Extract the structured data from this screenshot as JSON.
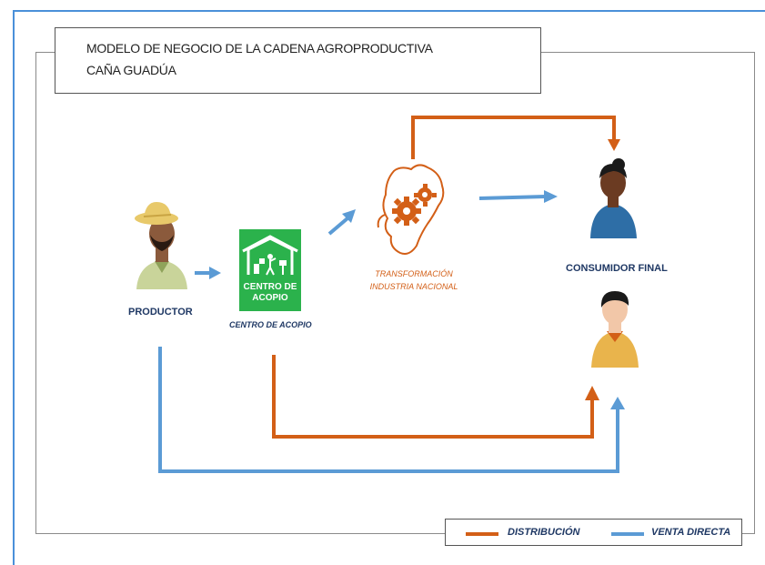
{
  "title": {
    "line1": "MODELO DE NEGOCIO DE LA CADENA AGROPRODUCTIVA",
    "line2": "CAÑA GUADÚA"
  },
  "nodes": {
    "productor": "PRODUCTOR",
    "centro_acopio_icon_line1": "CENTRO DE",
    "centro_acopio_icon_line2": "ACOPIO",
    "centro_acopio": "CENTRO DE ACOPIO",
    "transformacion_line1": "TRANSFORMACIÓN",
    "transformacion_line2": "INDUSTRIA NACIONAL",
    "consumidor_final": "CONSUMIDOR FINAL"
  },
  "legend": {
    "distribucion": "DISTRIBUCIÓN",
    "venta_directa": "VENTA DIRECTA"
  },
  "colors": {
    "distribucion": "#d35f17",
    "venta_directa": "#5b9bd5",
    "label": "#1f3864",
    "centro_green": "#2bb24c"
  },
  "icons": {
    "productor": "farmer-icon",
    "centro_acopio": "warehouse-icon",
    "transformacion": "map-gears-icon",
    "consumidor_1": "woman-avatar-icon",
    "consumidor_2": "man-avatar-icon"
  }
}
